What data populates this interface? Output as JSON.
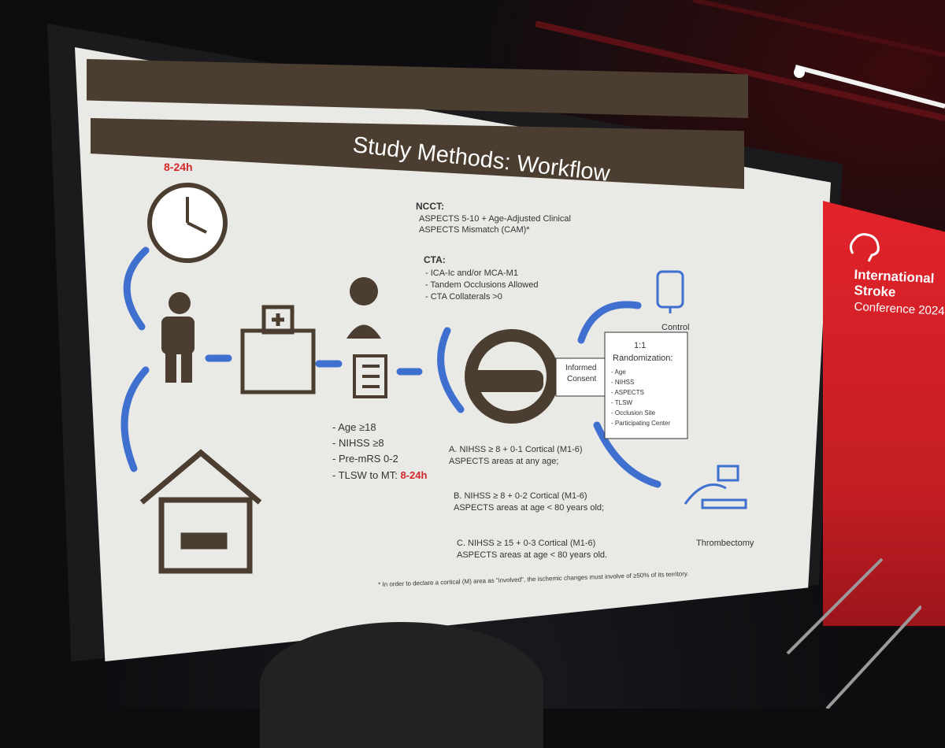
{
  "slide": {
    "title": "Study Methods: Workflow",
    "time_window": "8-24h",
    "ncct": {
      "heading": "NCCT:",
      "lines": [
        "ASPECTS 5-10 + Age-Adjusted Clinical",
        "ASPECTS Mismatch (CAM)*"
      ]
    },
    "cta": {
      "heading": "CTA:",
      "lines": [
        "- ICA-Ic and/or MCA-M1",
        "- Tandem Occlusions Allowed",
        "- CTA Collaterals >0"
      ]
    },
    "criteria": [
      "- Age ≥18",
      "- NIHSS ≥8",
      "- Pre-mRS 0-2",
      "- TLSW to MT: "
    ],
    "criteria_highlight": "8-24h",
    "options": [
      [
        "A. NIHSS ≥ 8 + 0-1 Cortical (M1-6)",
        "ASPECTS areas at any age;"
      ],
      [
        "B. NIHSS ≥ 8 + 0-2 Cortical (M1-6)",
        "ASPECTS areas at age < 80 years old;"
      ],
      [
        "C. NIHSS ≥ 15 + 0-3 Cortical (M1-6)",
        "ASPECTS areas at age < 80 years old."
      ]
    ],
    "consent": [
      "Informed",
      "Consent"
    ],
    "randomization": {
      "ratio": "1:1",
      "label": "Randomization:",
      "factors": [
        "- Age",
        "- NIHSS",
        "- ASPECTS",
        "- TLSW",
        "- Occlusion Site",
        "- Participating Center"
      ]
    },
    "control_label": "Control",
    "thrombectomy_label": "Thrombectomy",
    "footnote": "* In order to declare a cortical (M) area as \"involved\", the ischemic changes must involve of ≥50% of its territory."
  },
  "banner": {
    "lines": [
      "International",
      "Stroke"
    ],
    "sub": "Conference 2024"
  },
  "colors": {
    "arrow_blue": "#3f6fcf",
    "icon_brown": "#4b3d2f",
    "highlight_red": "#d22a2a",
    "banner_red": "#e2232a"
  }
}
